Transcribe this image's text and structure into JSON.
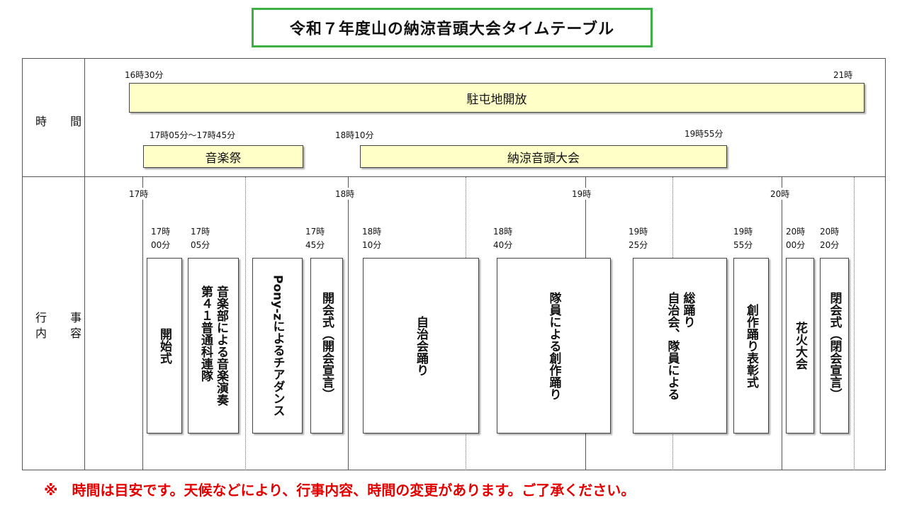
{
  "title": "令和７年度山の納涼音頭大会タイムテーブル",
  "row_labels": {
    "time": "時 間",
    "events_1": "行 事",
    "events_2": "内 容"
  },
  "time_bars": {
    "camp": {
      "start_label": "16時30分",
      "end_label": "21時",
      "name": "駐屯地開放"
    },
    "music": {
      "time_label": "17時05分～17時45分",
      "name": "音楽祭"
    },
    "dance": {
      "start_label": "18時10分",
      "end_label": "19時55分",
      "name": "納涼音頭大会"
    }
  },
  "hour_labels": [
    "17時",
    "18時",
    "19時",
    "20時"
  ],
  "events": [
    {
      "time": "17時\n00分",
      "name": "開始式"
    },
    {
      "time": "17時\n05分",
      "name": "音楽部による音楽演奏\n第４１普通科連隊"
    },
    {
      "time": "",
      "name": "Pony-zによるチアダンス"
    },
    {
      "time": "17時\n45分",
      "name": "開会式（開会宣言）"
    },
    {
      "time": "18時\n10分",
      "name": "自治会踊り"
    },
    {
      "time": "18時\n40分",
      "name": "隊員による創作踊り"
    },
    {
      "time": "19時\n25分",
      "name": "総踊り\n自治会、隊員による"
    },
    {
      "time": "19時\n55分",
      "name": "創作踊り表彰式"
    },
    {
      "time": "20時\n00分",
      "name": "花火大会"
    },
    {
      "time": "20時\n20分",
      "name": "閉会式（閉会宣言）"
    }
  ],
  "notice": "※　時間は目安です。天候などにより、行事内容、時間の変更があります。ご了承ください。",
  "colors": {
    "bar_fill": "#ffffc8",
    "title_border": "#3cb043",
    "notice": "#e30000"
  }
}
